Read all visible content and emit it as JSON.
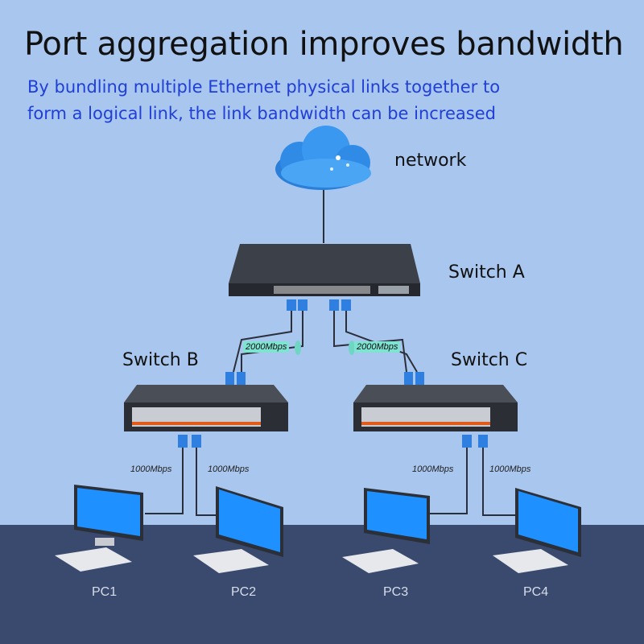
{
  "header": {
    "title": "Port aggregation improves bandwidth",
    "subtitle_line1": "By bundling multiple Ethernet physical links together to",
    "subtitle_line2": "form a logical link, the link bandwidth can be increased"
  },
  "nodes": {
    "network": "network",
    "switch_a": "Switch A",
    "switch_b": "Switch B",
    "switch_c": "Switch C",
    "pc1": "PC1",
    "pc2": "PC2",
    "pc3": "PC3",
    "pc4": "PC4"
  },
  "links": {
    "a_to_b": "2000Mbps",
    "a_to_c": "2000Mbps",
    "b_to_pc1": "1000Mbps",
    "b_to_pc2": "1000Mbps",
    "c_to_pc3": "1000Mbps",
    "c_to_pc4": "1000Mbps"
  },
  "colors": {
    "background": "#a9c6ee",
    "floor": "#3a4a6e",
    "title": "#111111",
    "subtitle": "#1f3fd8",
    "aggregation_tag": "#7fe3d2",
    "switch_port_accent": "#e05a1a"
  }
}
